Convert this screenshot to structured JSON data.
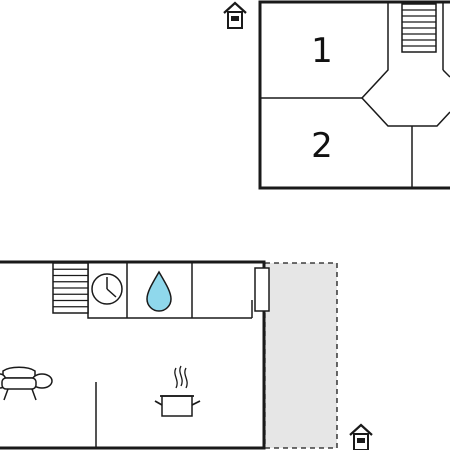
{
  "rooms": [
    {
      "id": "bedroom-1",
      "label": "1"
    },
    {
      "id": "bedroom-2",
      "label": "2"
    }
  ],
  "icons": {
    "entrance_upper": "house-entrance-icon",
    "entrance_lower": "house-entrance-icon",
    "stairs_upper": "staircase-icon",
    "stairs_lower": "staircase-icon",
    "clock": "clock-icon",
    "water": "water-drop-icon",
    "sofa": "sofa-icon",
    "cooking_pot": "cooking-pot-icon"
  },
  "colors": {
    "wall": "#1a1a1a",
    "terrace_fill": "#e6e6e6",
    "water_drop": "#8fd8ec",
    "background": "#ffffff"
  }
}
